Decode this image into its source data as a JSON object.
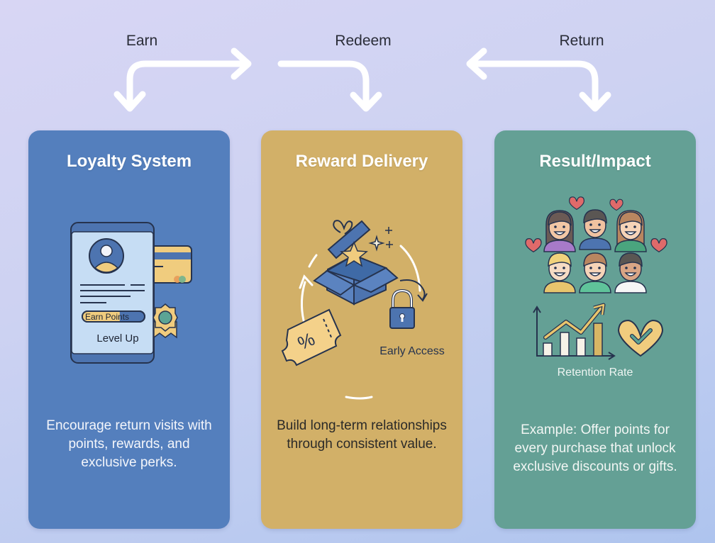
{
  "flow": {
    "steps": [
      {
        "label": "Earn",
        "direction": "forward"
      },
      {
        "label": "Redeem",
        "direction": "forward"
      },
      {
        "label": "Return",
        "direction": "backward"
      }
    ]
  },
  "cards": [
    {
      "title": "Loyalty System",
      "color": "#547fbd",
      "illustration": {
        "icons": [
          "phone-app-icon",
          "user-avatar-icon",
          "credit-card-icon",
          "badge-ribbon-icon"
        ],
        "progress_label": "Earn Points",
        "progress_fraction": 0.6,
        "caption": "Level Up"
      },
      "description": "Encourage return visits with points, rewards, and exclusive perks."
    },
    {
      "title": "Reward Delivery",
      "color": "#d2b068",
      "illustration": {
        "icons": [
          "gift-box-icon",
          "star-icon",
          "sparkle-icon",
          "discount-ticket-icon",
          "padlock-icon",
          "cycle-arrows-icon"
        ],
        "ticket_symbol": "%",
        "caption": "Early Access"
      },
      "description": "Build long-term relationships through consistent value."
    },
    {
      "title": "Result/Impact",
      "color": "#64a095",
      "illustration": {
        "icons": [
          "happy-customers-icon",
          "heart-icon",
          "growth-chart-icon",
          "heart-check-icon"
        ],
        "customer_count": 6,
        "caption": "Retention Rate"
      },
      "description": "Example: Offer points for every purchase that unlock exclusive discounts or gifts."
    }
  ]
}
